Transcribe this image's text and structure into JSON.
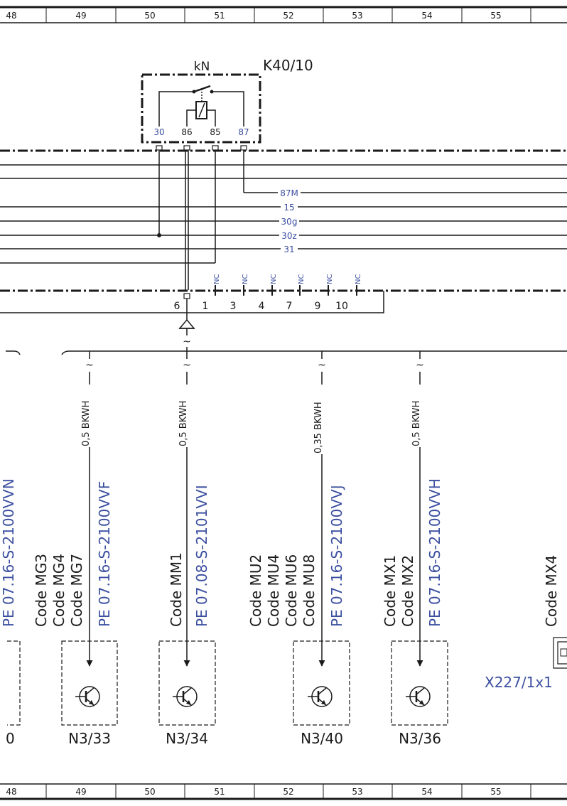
{
  "ruler": {
    "columns": [
      "48",
      "49",
      "50",
      "51",
      "52",
      "53",
      "54",
      "55"
    ]
  },
  "relay": {
    "label_kn": "kN",
    "designation": "K40/10",
    "pins": {
      "p30": "30",
      "p86": "86",
      "p85": "85",
      "p87": "87"
    }
  },
  "bus": {
    "lines": {
      "l87m": "87M",
      "l15": "15",
      "l30g": "30g",
      "l30z": "30z",
      "l31": "31"
    }
  },
  "connector": {
    "nc": "NC",
    "pins": [
      "6",
      "1",
      "3",
      "4",
      "7",
      "9",
      "10"
    ]
  },
  "cut_marks": {
    "tilde": "~"
  },
  "wires": {
    "w1": "0,5 BKWH",
    "w2": "0,5 BKWH",
    "w3": "0,35 BKWH",
    "w4": "0,5 BKWH"
  },
  "refs": {
    "left_cut": "PE 07.16-S-2100VVN",
    "r1": "PE 07.16-S-2100VVF",
    "r2": "PE 07.08-S-2101VVI",
    "r3": "PE 07.16-S-2100VVJ",
    "r4": "PE 07.16-S-2100VVH"
  },
  "codes": {
    "g1": [
      "Code MG3",
      "Code MG4",
      "Code MG7"
    ],
    "g2": [
      "Code MM1"
    ],
    "g3": [
      "Code MU2",
      "Code MU4",
      "Code MU6",
      "Code MU8"
    ],
    "g4": [
      "Code MX1",
      "Code MX2"
    ],
    "g5": [
      "Code MX4"
    ]
  },
  "components": {
    "left_cut": "0",
    "c1": "N3/33",
    "c2": "N3/34",
    "c3": "N3/40",
    "c4": "N3/36",
    "x227": "X227/1x1"
  }
}
